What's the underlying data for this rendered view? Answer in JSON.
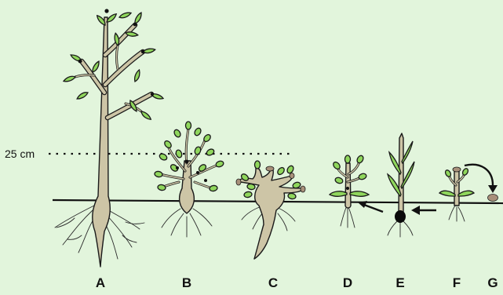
{
  "scale_label": "25 cm",
  "plant_labels": [
    "A",
    "B",
    "C",
    "D",
    "E",
    "F",
    "G"
  ],
  "colors": {
    "background": "#e2f5dc",
    "stem": "#cdc5a6",
    "leaf": "#8fd65c",
    "outline": "#1a1a1a",
    "cut_scar": "#a8907a"
  }
}
